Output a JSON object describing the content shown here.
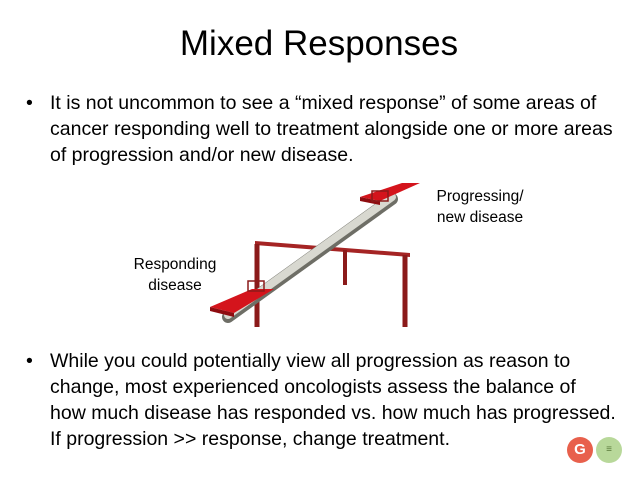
{
  "slide": {
    "title": "Mixed Responses",
    "bullets": [
      {
        "marker": "•",
        "text": "It is not uncommon to see a “mixed response” of some areas of cancer responding well to treatment alongside one or more areas of progression and/or new disease."
      },
      {
        "marker": "•",
        "text": "While you could potentially view all progression as reason to change, most experienced oncologists assess the balance of how much disease has responded vs. how much has progressed.  If progression >> response, change treatment."
      }
    ],
    "diagram": {
      "label_progressing_line1": "Progressing/",
      "label_progressing_line2": "new disease",
      "label_responding_line1": "Responding",
      "label_responding_line2": "disease"
    },
    "logos": {
      "left_letter": "G",
      "right_letter": "≡"
    }
  },
  "colors": {
    "seesaw_red": "#d4141c",
    "frame_red": "#8b1a1a",
    "plank_grey": "#c8c8c0",
    "logo_red": "#e8604c",
    "logo_green": "#b8d89a"
  }
}
